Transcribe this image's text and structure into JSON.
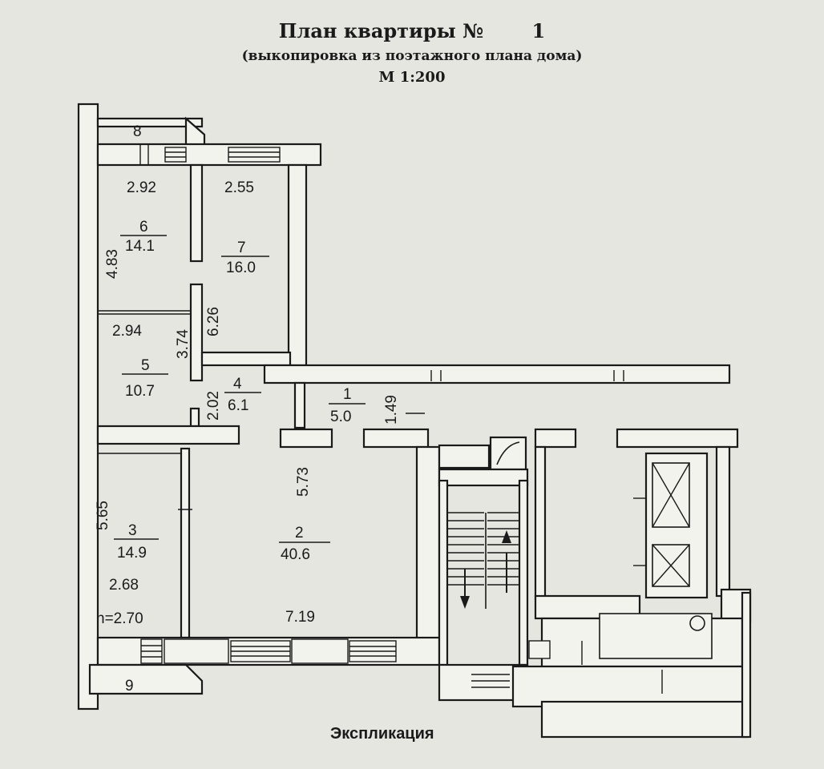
{
  "header": {
    "title": "План квартиры",
    "number_sign": "№",
    "apartment_number": "1",
    "subtitle": "(выкопировка из поэтажного плана дома)",
    "scale": "М 1:200"
  },
  "rooms": [
    {
      "id": "1",
      "area": "5.0"
    },
    {
      "id": "2",
      "area": "40.6"
    },
    {
      "id": "3",
      "area": "14.9"
    },
    {
      "id": "4",
      "area": "6.1"
    },
    {
      "id": "5",
      "area": "10.7"
    },
    {
      "id": "6",
      "area": "14.1"
    },
    {
      "id": "7",
      "area": "16.0"
    },
    {
      "id": "8"
    },
    {
      "id": "9"
    }
  ],
  "dimensions": {
    "room6_width": "2.92",
    "room7_width": "2.55",
    "room6_depth": "4.83",
    "room7_depth": "6.26",
    "room5_width": "2.94",
    "room5_depth": "3.74",
    "room4_depth": "2.02",
    "room1_depth": "1.49",
    "room2_depth": "5.73",
    "room2_width": "7.19",
    "room3_depth": "5.65",
    "room3_width": "2.68",
    "ceiling_height": "h=2.70"
  },
  "footer": {
    "explication": "Экспликация"
  }
}
